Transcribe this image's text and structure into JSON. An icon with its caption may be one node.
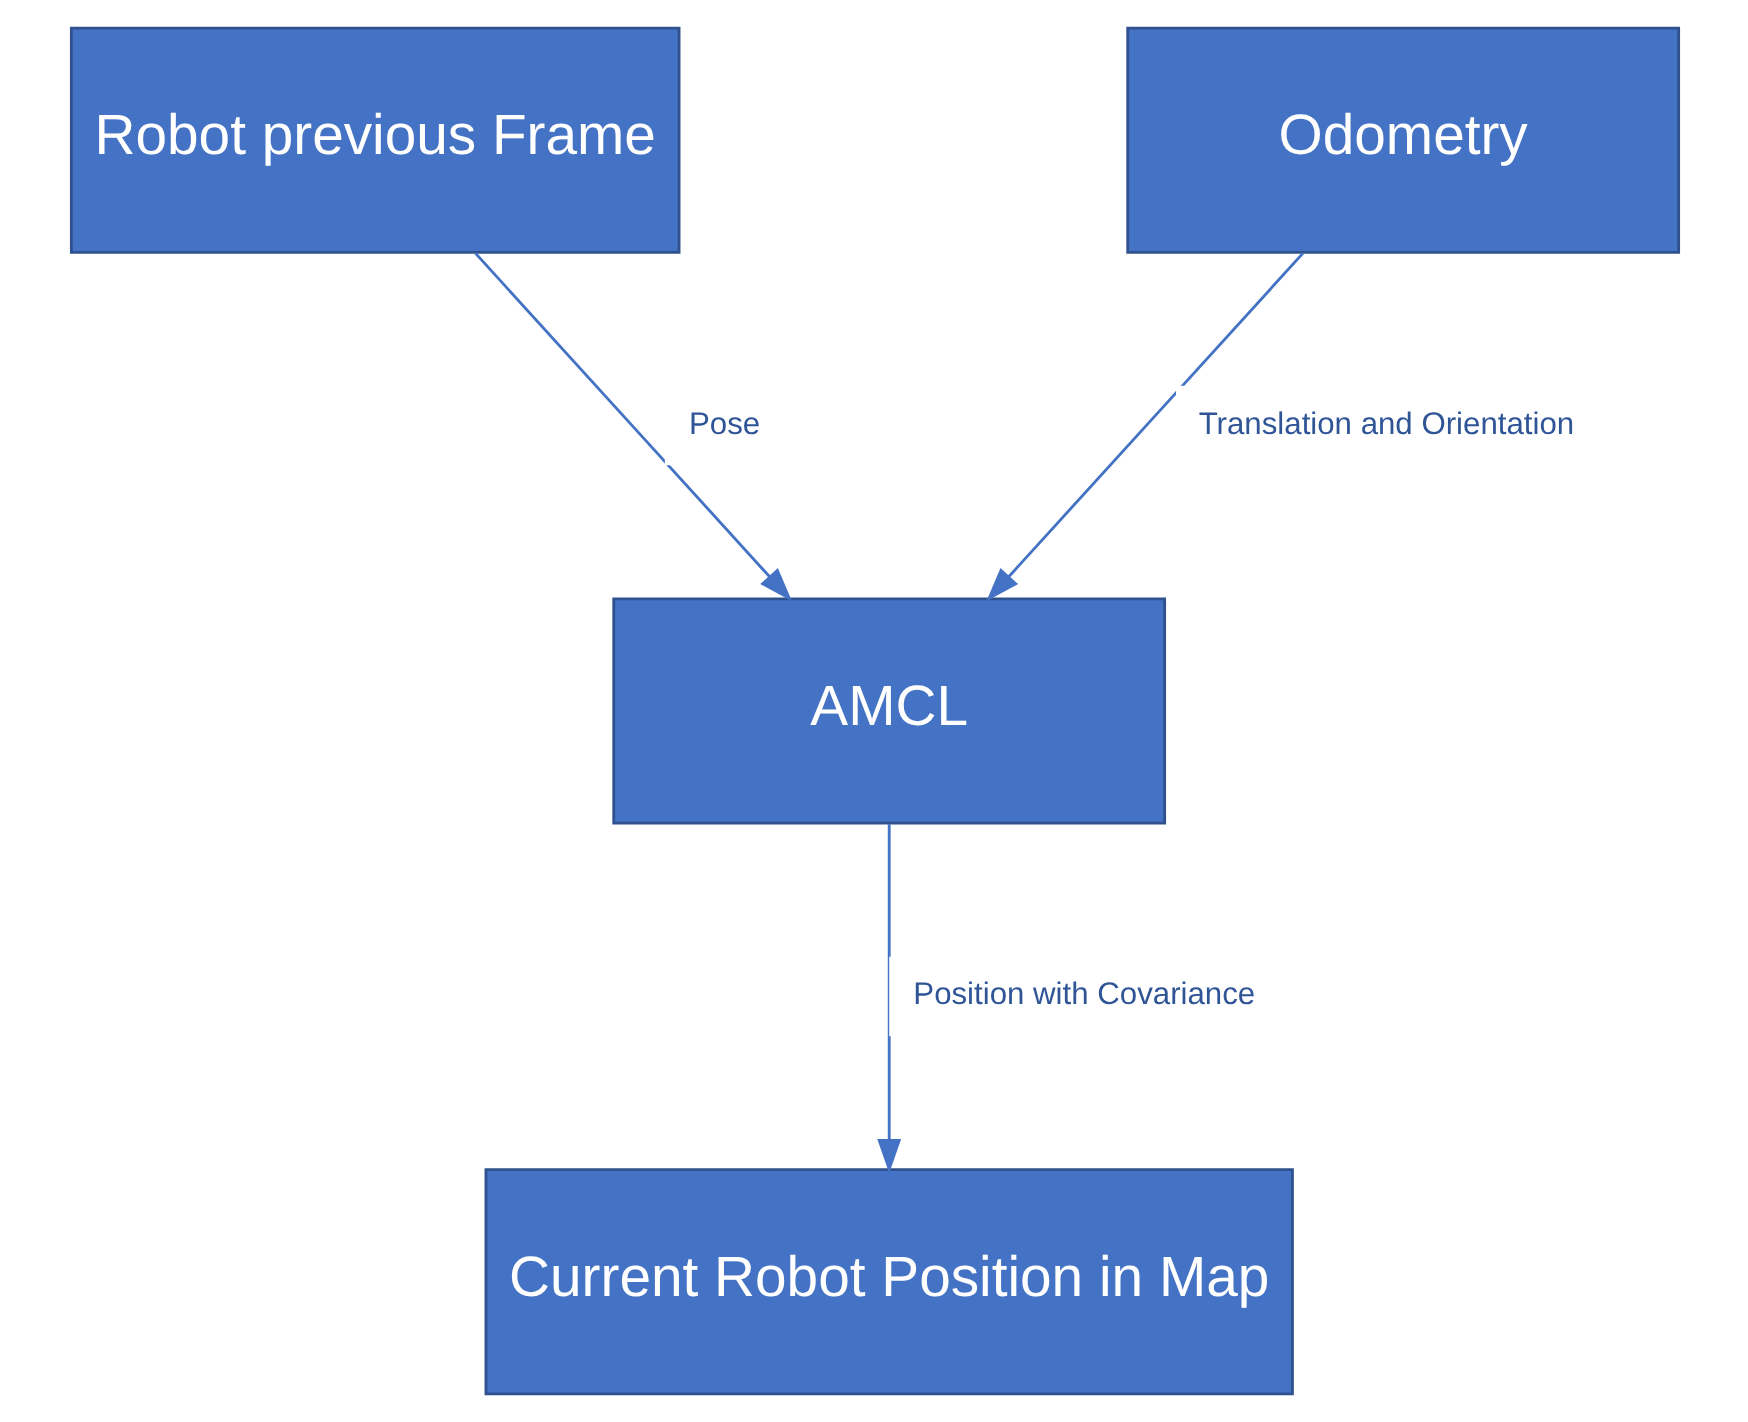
{
  "diagram": {
    "nodes": [
      {
        "text": [
          "Robot previous Frame"
        ]
      },
      {
        "text": [
          "Odometry"
        ]
      },
      {
        "text": [
          "AMCL"
        ]
      },
      {
        "text": [
          "Current Robot Position in Map"
        ]
      }
    ],
    "edges": [
      {
        "from": 0,
        "to": 2,
        "arrow": "to",
        "label": "Pose"
      },
      {
        "from": 1,
        "to": 2,
        "arrow": "to",
        "label": "Translation and Orientation"
      },
      {
        "from": 2,
        "to": 3,
        "arrow": "to",
        "label": "Position with Covariance"
      }
    ]
  }
}
